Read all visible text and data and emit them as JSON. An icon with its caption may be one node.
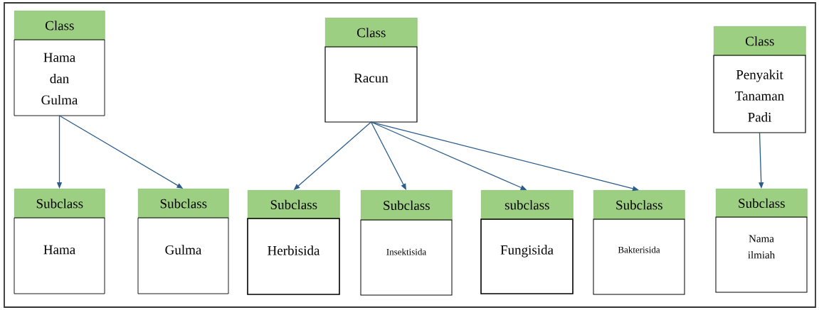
{
  "diagram": {
    "nodes": [
      {
        "text": [
          "Class",
          "Hama dan Gulma"
        ]
      },
      {
        "text": [
          "Class",
          "Racun"
        ]
      },
      {
        "text": [
          "Class",
          "Penyakit Tanaman Padi"
        ]
      },
      {
        "text": [
          "Subclass",
          "Hama"
        ]
      },
      {
        "text": [
          "Subclass",
          "Gulma"
        ]
      },
      {
        "text": [
          "Subclass",
          "Herbisida"
        ]
      },
      {
        "text": [
          "Subclass",
          "Insektisida"
        ]
      },
      {
        "text": [
          "subclass",
          "Fungisida"
        ]
      },
      {
        "text": [
          "Subclass",
          "Bakterisida"
        ]
      },
      {
        "text": [
          "Subclass",
          "Nama ilmiah"
        ]
      }
    ],
    "edges": [
      {
        "from": 0,
        "to": 3,
        "arrow": "to"
      },
      {
        "from": 0,
        "to": 4,
        "arrow": "to"
      },
      {
        "from": 1,
        "to": 5,
        "arrow": "to"
      },
      {
        "from": 1,
        "to": 6,
        "arrow": "to"
      },
      {
        "from": 1,
        "to": 7,
        "arrow": "to"
      },
      {
        "from": 1,
        "to": 8,
        "arrow": "to"
      },
      {
        "from": 2,
        "to": 9,
        "arrow": "to"
      }
    ]
  }
}
